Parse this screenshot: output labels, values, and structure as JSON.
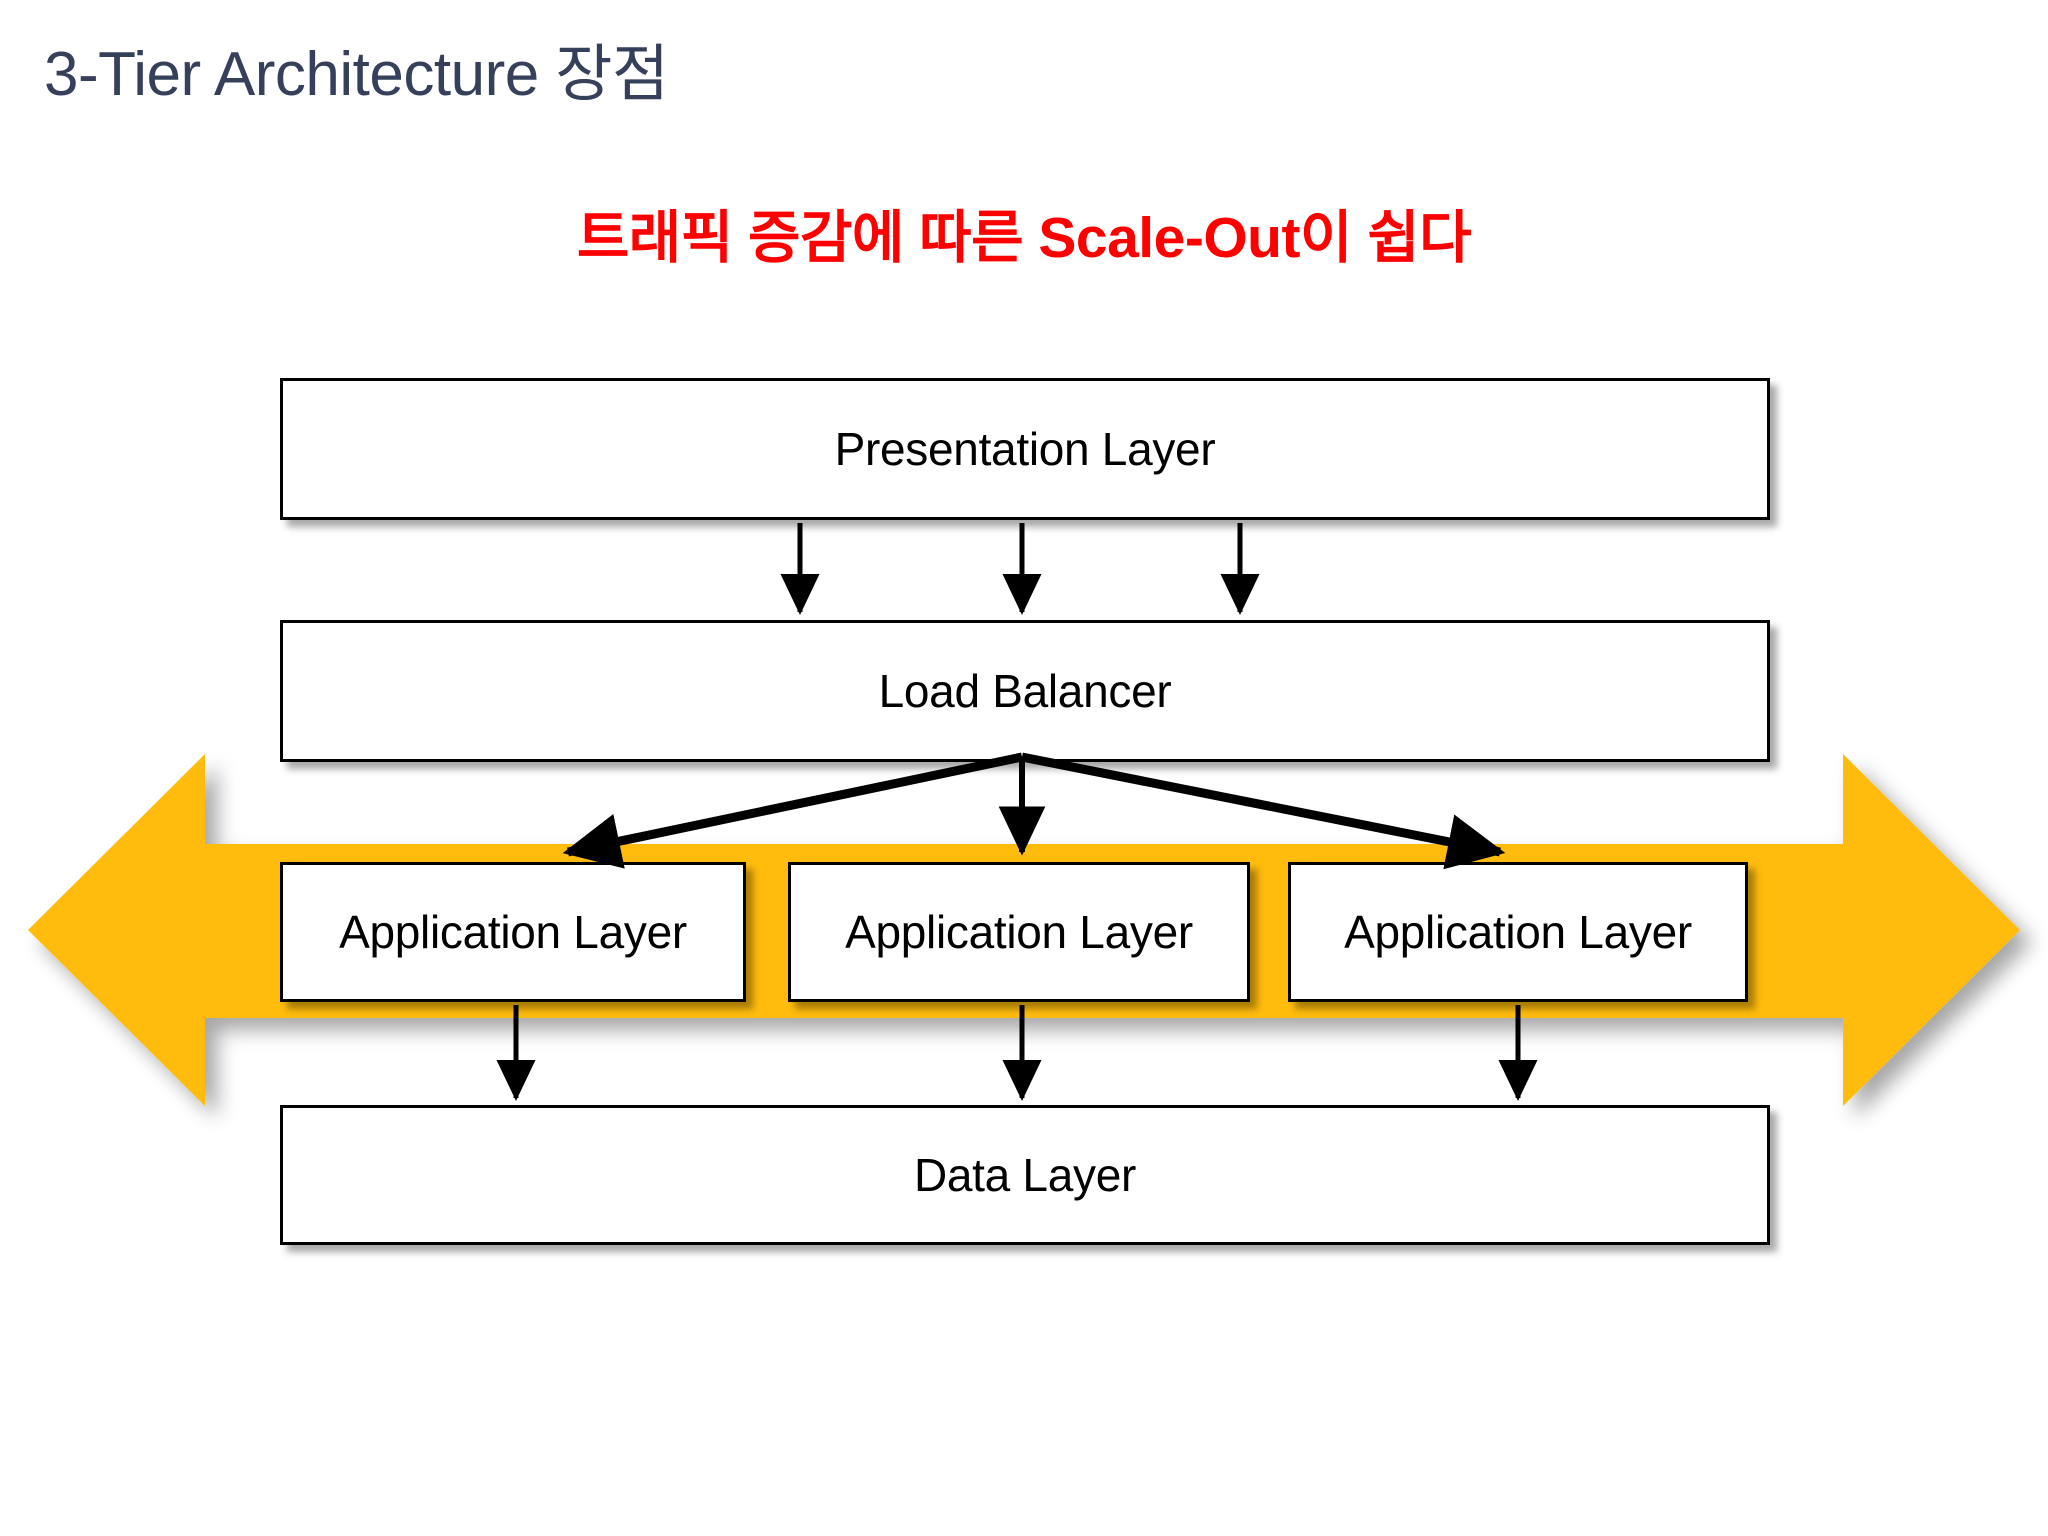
{
  "slide": {
    "title": "3-Tier Architecture 장점",
    "subtitle": "트래픽 증감에 따른 Scale-Out이 쉽다",
    "background_color": "#FFFFFF",
    "title_color": "#36405A",
    "subtitle_color": "#FF0000"
  },
  "diagram": {
    "type": "block-architecture",
    "accent_color": "#FFBC09",
    "box_border_color": "#000000",
    "box_fill_color": "#FFFFFF",
    "tiers": [
      {
        "id": "presentation",
        "label": "Presentation Layer"
      },
      {
        "id": "load-balancer",
        "label": "Load Balancer"
      },
      {
        "id": "application",
        "label": "Application Layer"
      },
      {
        "id": "data",
        "label": "Data Layer"
      }
    ],
    "application_nodes": [
      {
        "label": "Application Layer"
      },
      {
        "label": "Application Layer"
      },
      {
        "label": "Application Layer"
      }
    ],
    "scale_arrow": {
      "name": "scale-out-arrow",
      "direction": "horizontal-double",
      "color": "#FFBC09"
    },
    "connections": [
      {
        "from": "presentation",
        "to": "load-balancer",
        "count": 3,
        "style": "straight-down"
      },
      {
        "from": "load-balancer",
        "to": "application",
        "count": 3,
        "style": "fan-out"
      },
      {
        "from": "application",
        "to": "data",
        "count": 3,
        "style": "straight-down"
      }
    ]
  }
}
